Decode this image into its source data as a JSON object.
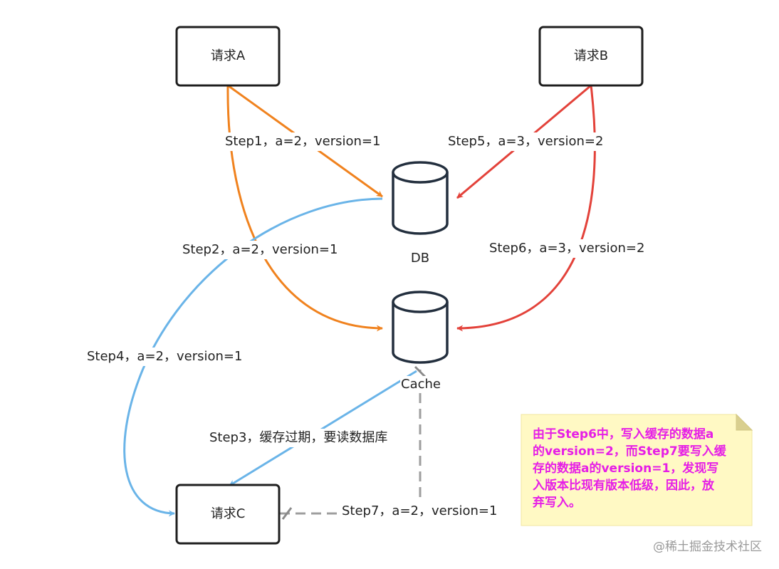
{
  "nodes": {
    "request_a": "请求A",
    "request_b": "请求B",
    "request_c": "请求C",
    "db": "DB",
    "cache": "Cache"
  },
  "edges": {
    "step1": "Step1，a=2，version=1",
    "step2": "Step2，a=2，version=1",
    "step3": "Step3，缓存过期，要读数据库",
    "step4": "Step4，a=2，version=1",
    "step5": "Step5，a=3，version=2",
    "step6": "Step6，a=3，version=2",
    "step7": "Step7，a=2，version=1"
  },
  "note": {
    "lines": [
      "由于Step6中，写入缓存的数据a",
      "的version=2，而Step7要写入缓",
      "存的数据a的version=1，发现写",
      "入版本比现有版本低级，因此，放",
      "弃写入。"
    ]
  },
  "watermark": "@稀土掘金技术社区",
  "colors": {
    "request_a_edges": "#f0821e",
    "request_b_edges": "#e3423a",
    "request_c_edges": "#6ab4e8",
    "step7_edge": "#9e9e9e",
    "note_text": "#e61ee6",
    "note_bg": "#fff9c4"
  }
}
